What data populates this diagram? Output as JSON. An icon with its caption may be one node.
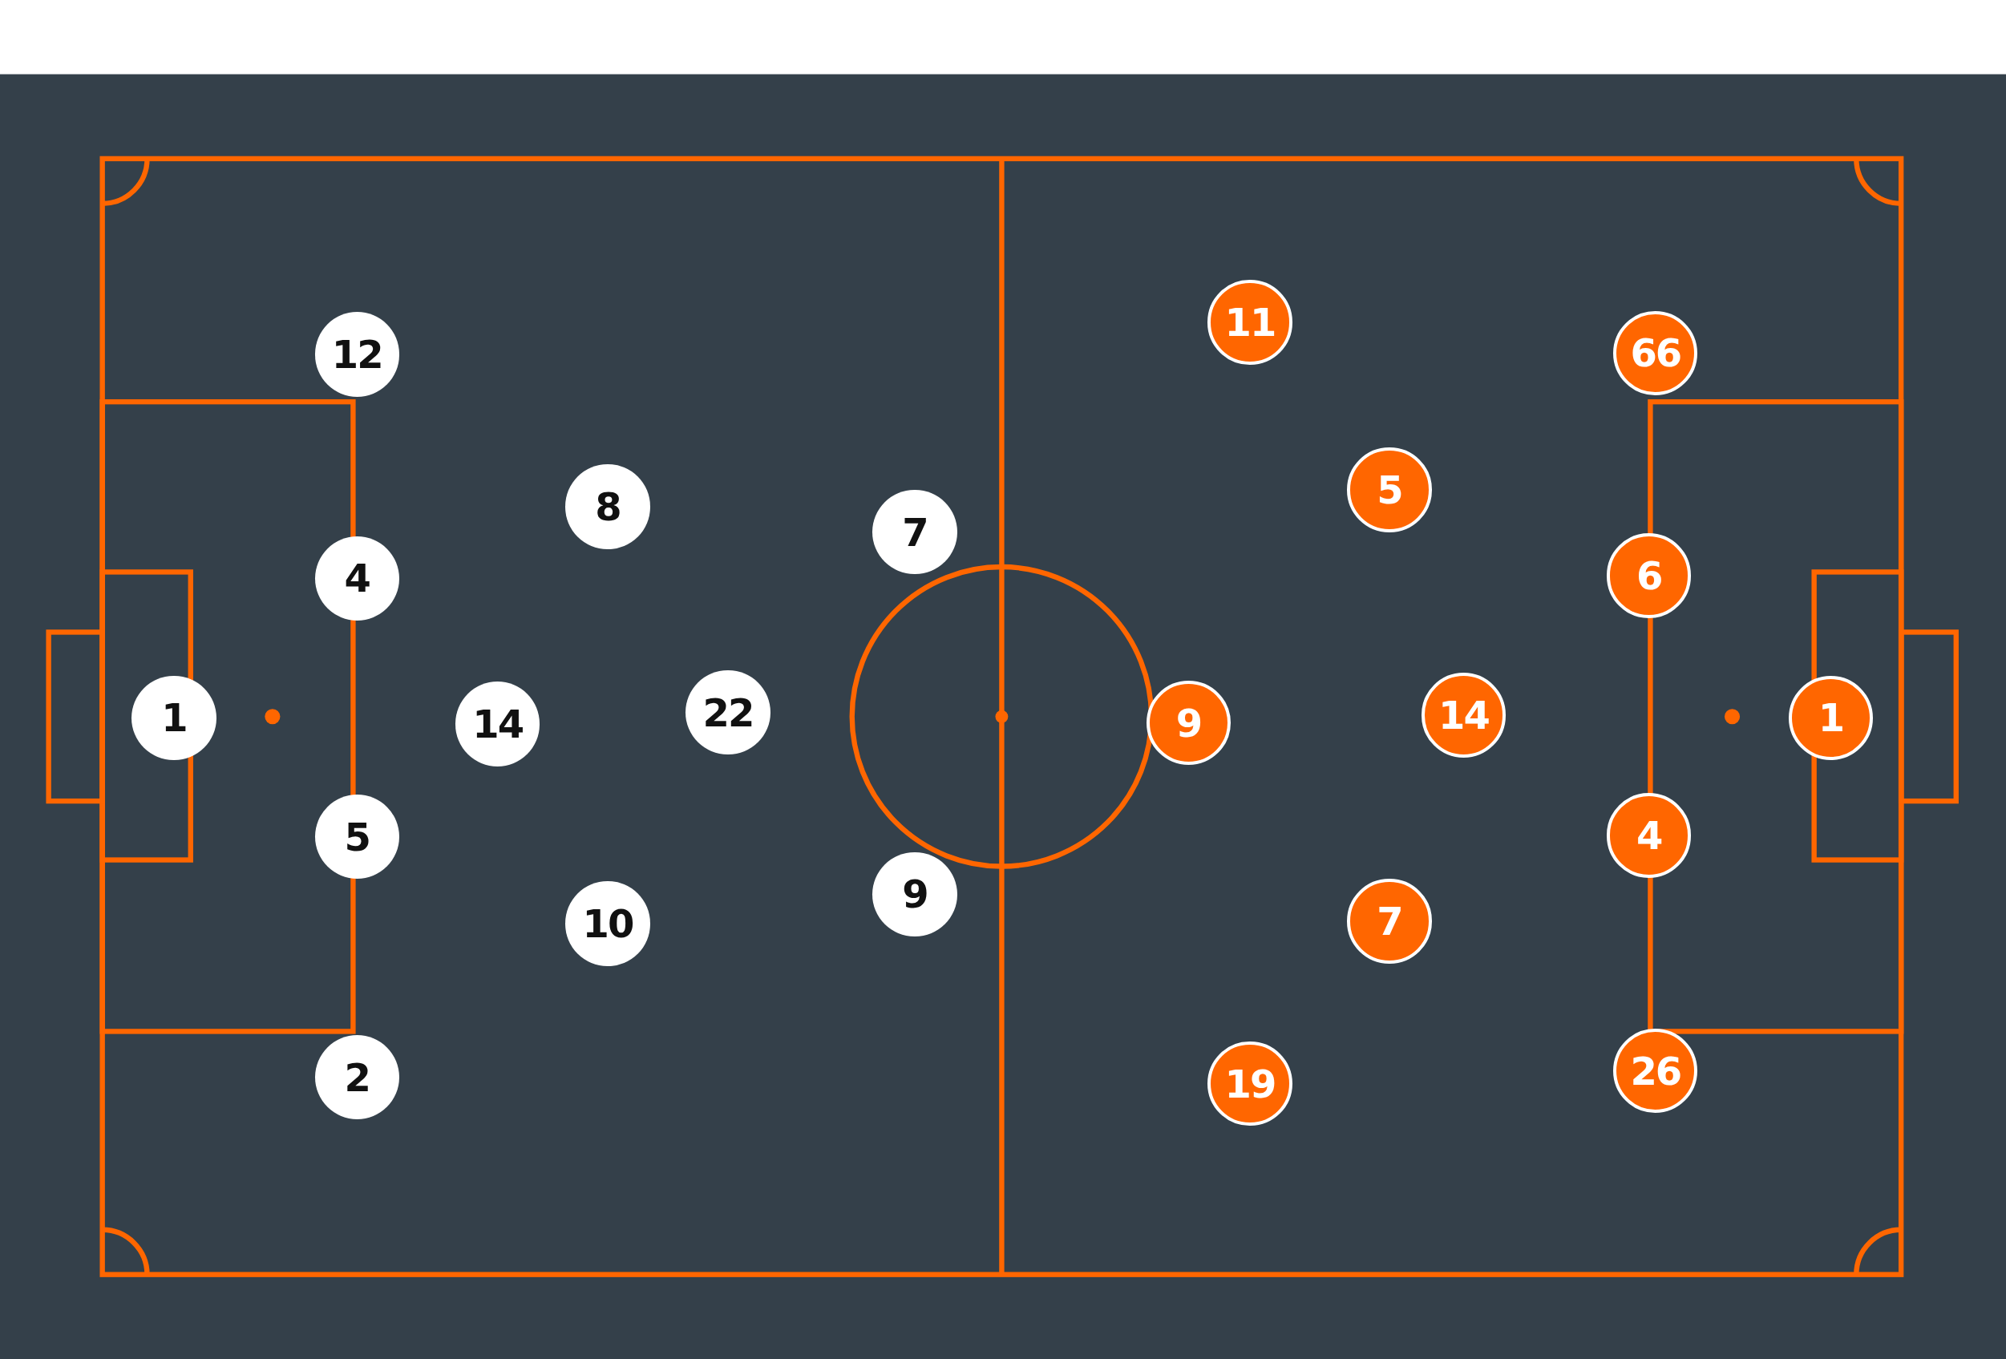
{
  "diagram": {
    "nodes": [
      {
        "text": [
          "1"
        ]
      },
      {
        "text": [
          "12"
        ]
      },
      {
        "text": [
          "4"
        ]
      },
      {
        "text": [
          "5"
        ]
      },
      {
        "text": [
          "2"
        ]
      },
      {
        "text": [
          "14"
        ]
      },
      {
        "text": [
          "8"
        ]
      },
      {
        "text": [
          "10"
        ]
      },
      {
        "text": [
          "22"
        ]
      },
      {
        "text": [
          "7"
        ]
      },
      {
        "text": [
          "9"
        ]
      },
      {
        "text": [
          "11"
        ]
      },
      {
        "text": [
          "9"
        ]
      },
      {
        "text": [
          "19"
        ]
      },
      {
        "text": [
          "5"
        ]
      },
      {
        "text": [
          "7"
        ]
      },
      {
        "text": [
          "14"
        ]
      },
      {
        "text": [
          "66"
        ]
      },
      {
        "text": [
          "6"
        ]
      },
      {
        "text": [
          "4"
        ]
      },
      {
        "text": [
          "26"
        ]
      },
      {
        "text": [
          "1"
        ]
      }
    ]
  }
}
